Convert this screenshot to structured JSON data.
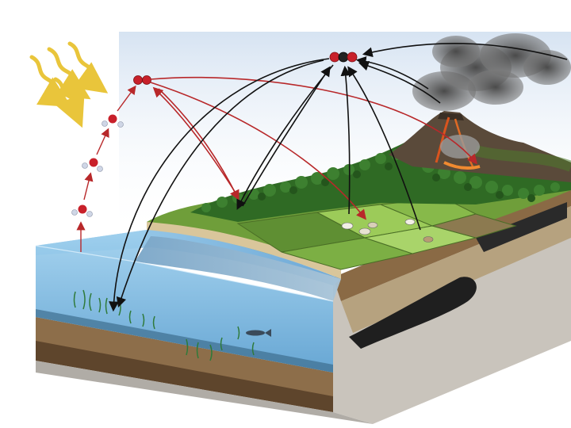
{
  "diagram": {
    "labels": [],
    "colors": {
      "sky_top": "#c9d9ec",
      "sky_bottom": "#ffffff",
      "water_light": "#8cc4e6",
      "water_dark": "#4b8cbf",
      "grass": "#6f9e3a",
      "field_light": "#9ccb59",
      "forest": "#2f6a24",
      "soil": "#8a6a45",
      "rock_dark": "#2a2a2a",
      "carbon_atom": "#222222",
      "oxygen_atom": "#c8202a",
      "hydrogen_atom": "#cfd6e6",
      "sun_ray": "#e9c53b",
      "arrow_black": "#111111",
      "arrow_red": "#b8282a",
      "smoke": "#5d5d5d",
      "lava": "#d9541e"
    },
    "molecules": [
      {
        "name": "carbon-dioxide",
        "atoms": [
          "oxygen",
          "carbon",
          "oxygen"
        ]
      },
      {
        "name": "oxygen-molecule",
        "atoms": [
          "oxygen",
          "oxygen"
        ]
      },
      {
        "name": "water-molecule",
        "atoms": [
          "oxygen",
          "hydrogen",
          "hydrogen"
        ]
      }
    ],
    "scene_elements": [
      "sun-rays",
      "ocean",
      "seaweed",
      "fish",
      "grassland",
      "forest",
      "farm-fields",
      "cows",
      "volcano",
      "smoke-cloud",
      "soil-layers",
      "underground-deposit"
    ]
  }
}
